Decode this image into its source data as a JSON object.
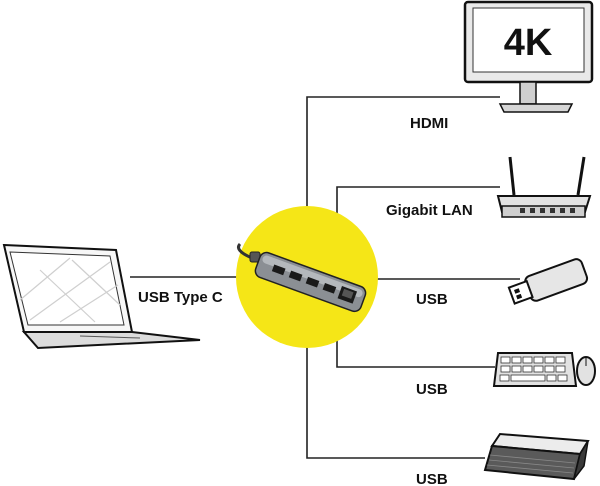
{
  "colors": {
    "hub_highlight": "#f5e617",
    "line": "#222222",
    "device_fill": "#e6e6e6",
    "device_stroke": "#111111"
  },
  "source": {
    "label": "USB Type C",
    "icon": "laptop-icon"
  },
  "hub": {
    "icon": "usb-c-hub-icon"
  },
  "monitor": {
    "screen_text": "4K"
  },
  "outputs": [
    {
      "label": "HDMI",
      "icon": "monitor-icon"
    },
    {
      "label": "Gigabit LAN",
      "icon": "router-icon"
    },
    {
      "label": "USB",
      "icon": "usb-flash-drive-icon"
    },
    {
      "label": "USB",
      "icon": "keyboard-mouse-icon"
    },
    {
      "label": "USB",
      "icon": "external-hard-drive-icon"
    }
  ]
}
